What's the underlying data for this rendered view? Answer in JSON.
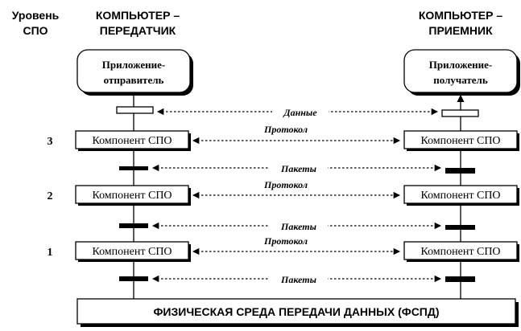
{
  "headers": {
    "level": "Уровень СПО",
    "sender": "КОМПЬЮТЕР – ПЕРЕДАТЧИК",
    "receiver": "КОМПЬЮТЕР – ПРИЕМНИК"
  },
  "apps": {
    "sender": "Приложение- отправитель",
    "receiver": "Приложение- получатель"
  },
  "data_label": "Данные",
  "layers": [
    {
      "level": "3",
      "component": "Компонент СПО",
      "protocol": "Протокол",
      "packets": "Пакеты"
    },
    {
      "level": "2",
      "component": "Компонент СПО",
      "protocol": "Протокол",
      "packets": "Пакеты"
    },
    {
      "level": "1",
      "component": "Компонент СПО",
      "protocol": "Протокол",
      "packets": "Пакеты"
    }
  ],
  "medium": "ФИЗИЧЕСКАЯ СРЕДА ПЕРЕДАЧИ ДАННЫХ (ФСПД)"
}
